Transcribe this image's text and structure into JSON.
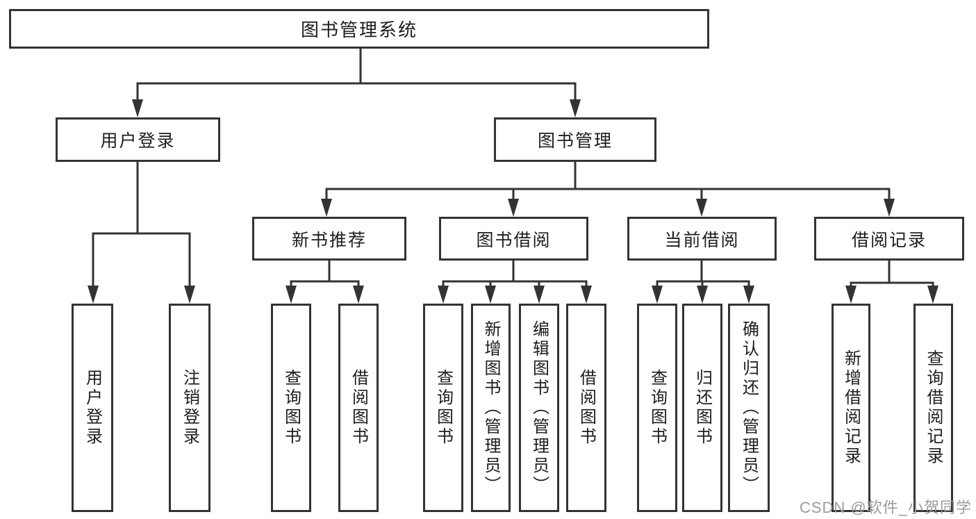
{
  "watermark": "CSDN @软件_小贺同学",
  "colors": {
    "line": "#333333",
    "box_border": "#333333",
    "text": "#1d1d1d",
    "watermark": "#9b9b9b",
    "background": "#ffffff"
  },
  "tree": {
    "root": {
      "label": "图书管理系统"
    },
    "branches": [
      {
        "label": "用户登录",
        "children": [
          {
            "label": "用户登录"
          },
          {
            "label": "注销登录"
          }
        ]
      },
      {
        "label": "图书管理",
        "children": [
          {
            "label": "新书推荐",
            "children": [
              {
                "label": "查询图书"
              },
              {
                "label": "借阅图书"
              }
            ]
          },
          {
            "label": "图书借阅",
            "children": [
              {
                "label": "查询图书"
              },
              {
                "label": "新增图书（管理员）"
              },
              {
                "label": "编辑图书（管理员）"
              },
              {
                "label": "借阅图书"
              }
            ]
          },
          {
            "label": "当前借阅",
            "children": [
              {
                "label": "查询图书"
              },
              {
                "label": "归还图书"
              },
              {
                "label": "确认归还（管理员）"
              }
            ]
          },
          {
            "label": "借阅记录",
            "children": [
              {
                "label": "新增借阅记录"
              },
              {
                "label": "查询借阅记录"
              }
            ]
          }
        ]
      }
    ]
  }
}
